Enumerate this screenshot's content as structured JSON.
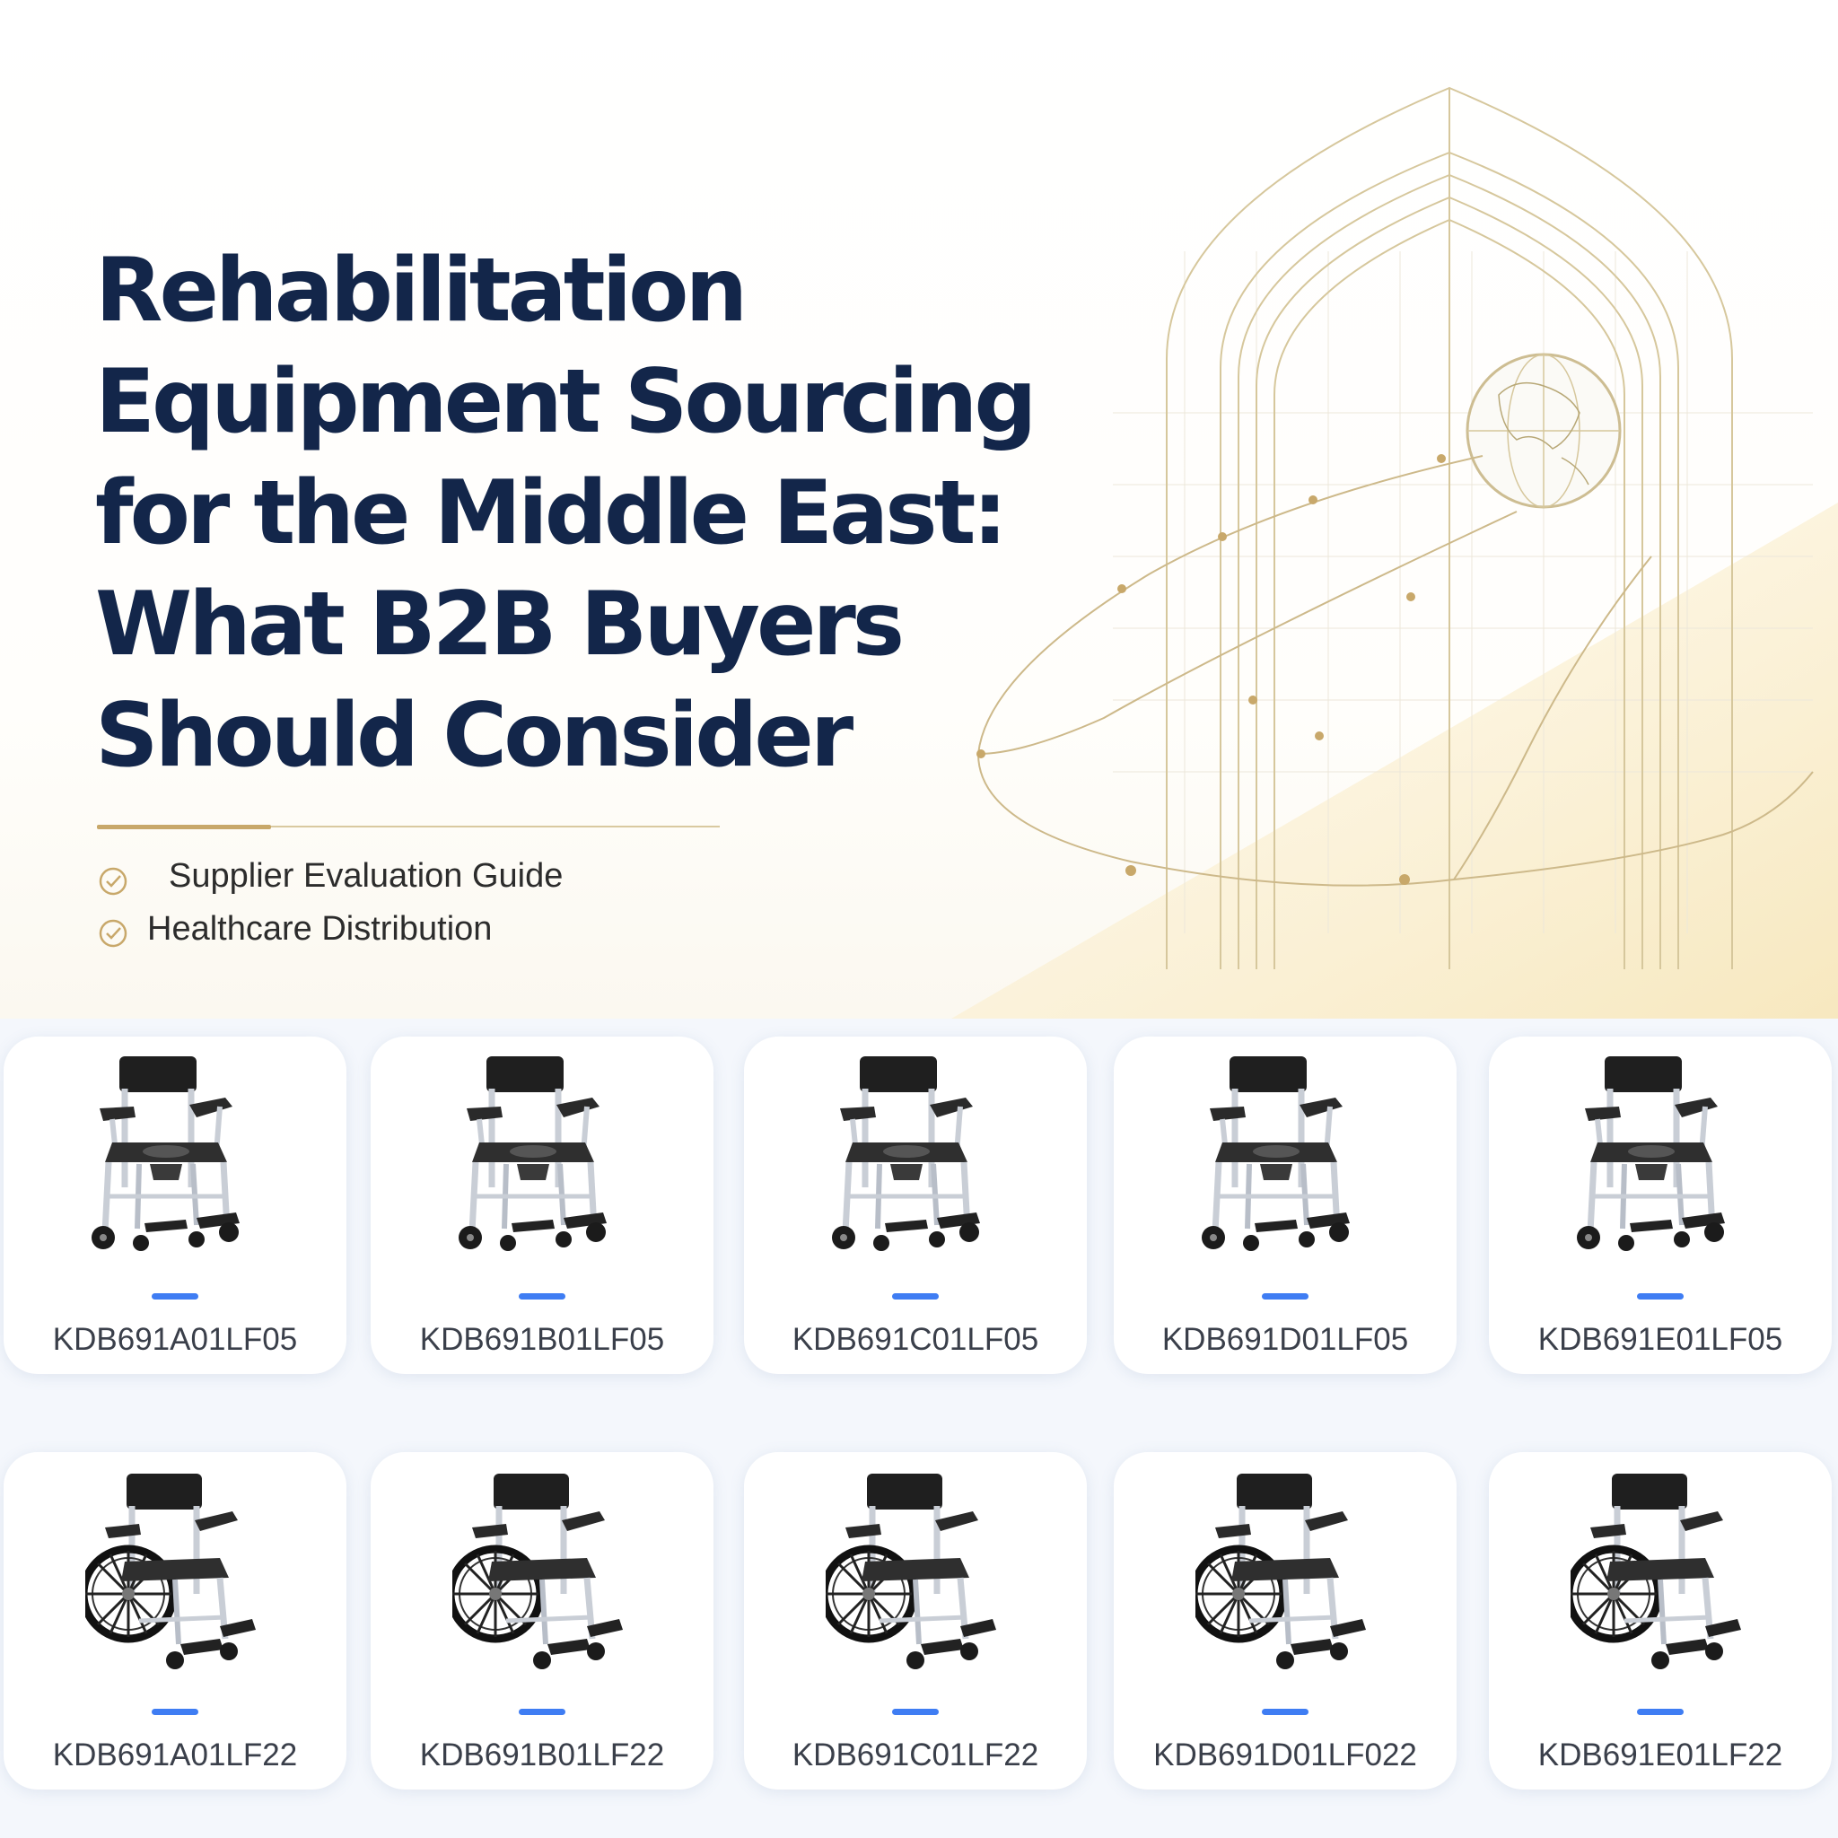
{
  "hero": {
    "title_lines": [
      "Rehabilitation",
      "Equipment Sourcing",
      "for the Middle East:",
      "What B2B Buyers",
      "Should Consider"
    ],
    "tags": [
      {
        "label": "Supplier Evaluation Guide",
        "icon": "check-circle-icon"
      },
      {
        "label": "Healthcare Distribution",
        "icon": "check-circle-icon"
      }
    ],
    "art": {
      "icons": [
        "arch-icon",
        "globe-icon",
        "route-line-icon"
      ]
    }
  },
  "colors": {
    "title": "#13264a",
    "gold": "#c8a86a",
    "accent_bar": "#3f7df3",
    "card_bg": "#ffffff"
  },
  "products": {
    "row1": [
      {
        "model": "KDB691A01LF05",
        "icon": "commode-chair-icon"
      },
      {
        "model": "KDB691B01LF05",
        "icon": "commode-chair-icon"
      },
      {
        "model": "KDB691C01LF05",
        "icon": "commode-chair-icon"
      },
      {
        "model": "KDB691D01LF05",
        "icon": "commode-chair-icon"
      },
      {
        "model": "KDB691E01LF05",
        "icon": "commode-chair-icon"
      }
    ],
    "row2": [
      {
        "model": "KDB691A01LF22",
        "icon": "commode-wheelchair-icon"
      },
      {
        "model": "KDB691B01LF22",
        "icon": "commode-wheelchair-icon"
      },
      {
        "model": "KDB691C01LF22",
        "icon": "commode-wheelchair-icon"
      },
      {
        "model": "KDB691D01LF022",
        "icon": "commode-wheelchair-icon"
      },
      {
        "model": "KDB691E01LF22",
        "icon": "commode-wheelchair-icon"
      }
    ]
  }
}
